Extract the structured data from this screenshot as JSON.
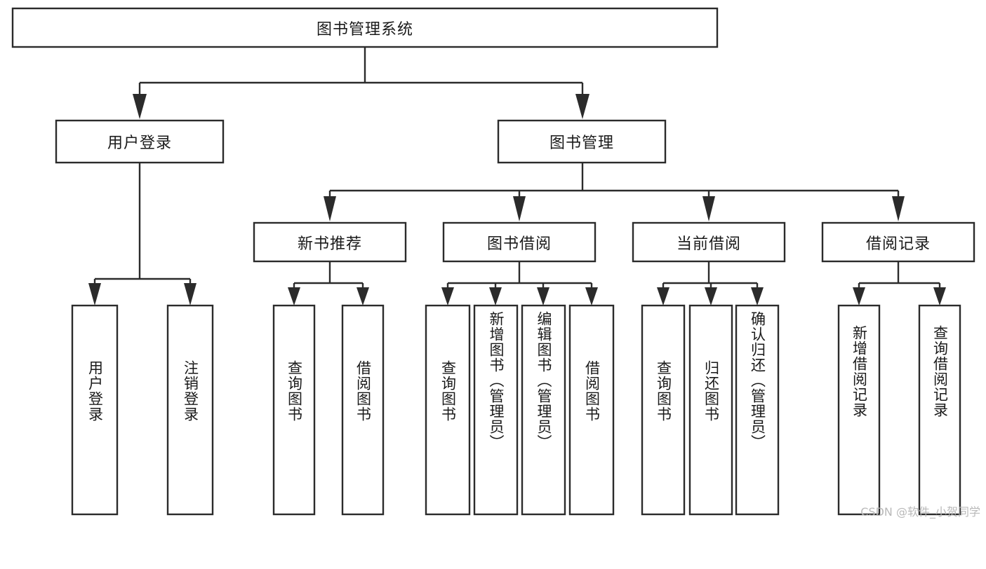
{
  "diagram": {
    "type": "tree-hierarchy",
    "title": "图书管理系统",
    "watermark": "CSDN @软件_小贺同学",
    "colors": {
      "background": "#ffffff",
      "box_fill": "#ffffff",
      "box_stroke": "#2b2b2b",
      "text": "#1a1a1a",
      "watermark": "#b9b9b9"
    },
    "root": {
      "label": "图书管理系统",
      "orientation": "horizontal"
    },
    "level2": [
      {
        "label": "用户登录",
        "orientation": "horizontal"
      },
      {
        "label": "图书管理",
        "orientation": "horizontal"
      }
    ],
    "level3": [
      {
        "label": "新书推荐",
        "orientation": "horizontal"
      },
      {
        "label": "图书借阅",
        "orientation": "horizontal"
      },
      {
        "label": "当前借阅",
        "orientation": "horizontal"
      },
      {
        "label": "借阅记录",
        "orientation": "horizontal"
      }
    ],
    "leaves": {
      "user_login": [
        {
          "label": "用户登录",
          "orientation": "vertical"
        },
        {
          "label": "注销登录",
          "orientation": "vertical"
        }
      ],
      "new_book_recommend": [
        {
          "label": "查询图书",
          "orientation": "vertical"
        },
        {
          "label": "借阅图书",
          "orientation": "vertical"
        }
      ],
      "book_borrow": [
        {
          "label": "查询图书",
          "orientation": "vertical"
        },
        {
          "label": "新增图书（管理员）",
          "orientation": "vertical"
        },
        {
          "label": "编辑图书（管理员）",
          "orientation": "vertical"
        },
        {
          "label": "借阅图书",
          "orientation": "vertical"
        }
      ],
      "current_borrow": [
        {
          "label": "查询图书",
          "orientation": "vertical"
        },
        {
          "label": "归还图书",
          "orientation": "vertical"
        },
        {
          "label": "确认归还（管理员）",
          "orientation": "vertical"
        }
      ],
      "borrow_record": [
        {
          "label": "新增借阅记录",
          "orientation": "vertical"
        },
        {
          "label": "查询借阅记录",
          "orientation": "vertical"
        }
      ]
    }
  }
}
